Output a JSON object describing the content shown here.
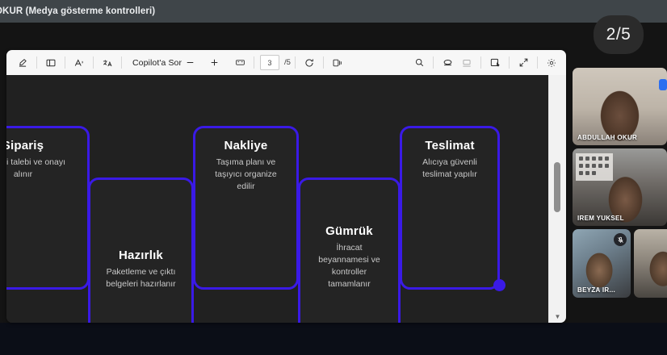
{
  "window": {
    "titlebar_text": "OKUR (Medya gösterme kontrolleri)",
    "page_badge": "2/5"
  },
  "pdf_toolbar": {
    "icons_left": [
      {
        "name": "ink-eraser-icon",
        "label": "Mürekkep sil"
      },
      {
        "name": "page-layout-icon",
        "label": "Sayfa düzeni"
      },
      {
        "name": "read-aloud-icon",
        "label": "Sesli oku"
      },
      {
        "name": "translate-icon",
        "label": "Çevir"
      }
    ],
    "copilot_label": "Copilot'a Sor",
    "zoom_out_label": "−",
    "zoom_in_label": "+",
    "fit_page_label": "Sayfaya sığdır",
    "current_page": "3",
    "total_pages": "/5",
    "rotate_label": "Döndür",
    "layout_label": "Görünüm",
    "icons_right": [
      {
        "name": "search-icon",
        "label": "Ara"
      },
      {
        "name": "highlight-icon",
        "label": "Vurgula"
      },
      {
        "name": "erase-highlight-icon",
        "label": "Vurguyu sil"
      },
      {
        "name": "draw-icon",
        "label": "Çiz"
      },
      {
        "name": "fullscreen-icon",
        "label": "Tam ekran"
      },
      {
        "name": "settings-icon",
        "label": "Ayarlar"
      }
    ],
    "scrollbar_arrow": "▼"
  },
  "diagram": {
    "accent_color": "#3a1ae6",
    "page_background": "#212121",
    "node_background": "#242424",
    "nodes": [
      {
        "title": "Sipariş",
        "desc": "Müşteri talebi ve onayı alınır"
      },
      {
        "title": "Hazırlık",
        "desc": "Paketleme ve çıktı belgeleri hazırlanır"
      },
      {
        "title": "Nakliye",
        "desc": "Taşıma planı ve taşıyıcı organize edilir"
      },
      {
        "title": "Gümrük",
        "desc": "İhracat beyannamesi ve kontroller tamamlanır"
      },
      {
        "title": "Teslimat",
        "desc": "Alıcıya güvenli teslimat yapılır"
      }
    ]
  },
  "participants": [
    {
      "name": "ABDULLAH OKUR",
      "muted": false
    },
    {
      "name": "IREM YUKSEL",
      "muted": false
    },
    {
      "name": "BEYZA IR...",
      "muted": true
    },
    {
      "name": "",
      "muted": true
    }
  ]
}
